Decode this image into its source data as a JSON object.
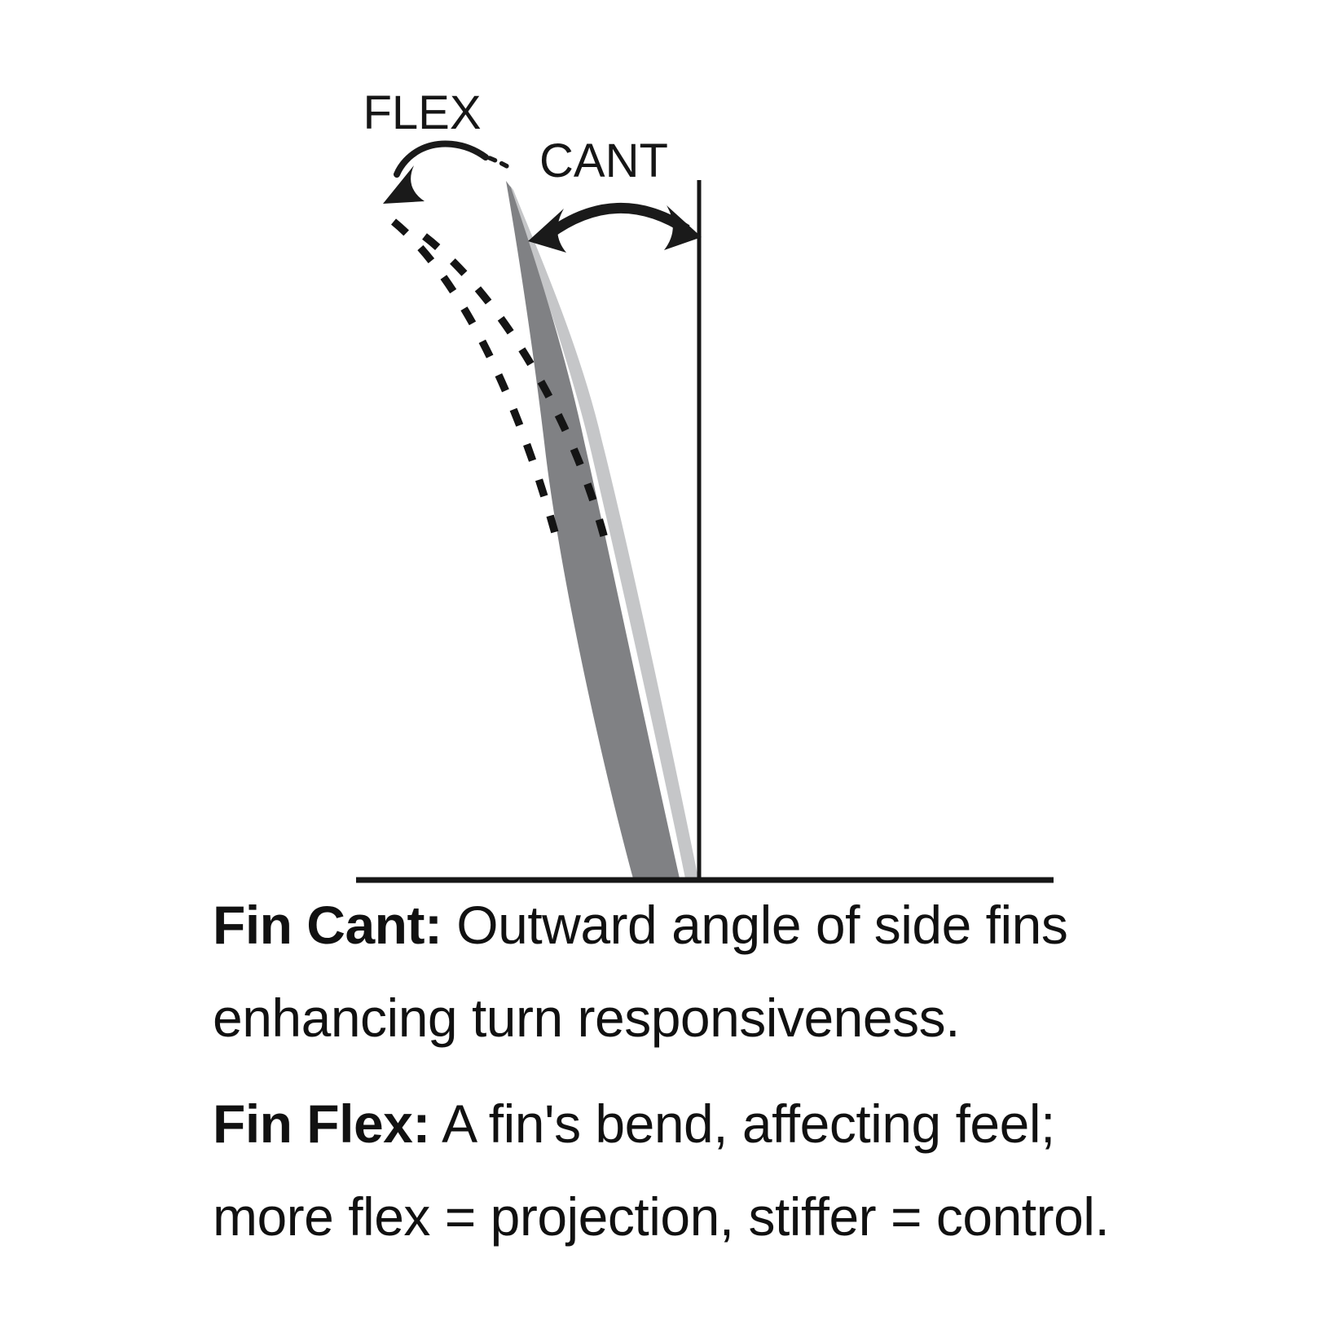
{
  "diagram": {
    "flex_label": "FLEX",
    "cant_label": "CANT",
    "fin_color": "#808184",
    "fin_highlight_color": "#c5c6c8",
    "line_color": "#1a1a1a",
    "background_color": "#ffffff"
  },
  "definitions": [
    {
      "term": "Fin Cant:",
      "line1": "Outward angle of side fins",
      "line2": "enhancing turn responsiveness."
    },
    {
      "term": "Fin Flex:",
      "line1": "A fin's bend, affecting feel;",
      "line2": "more flex = projection, stiffer = control."
    }
  ]
}
